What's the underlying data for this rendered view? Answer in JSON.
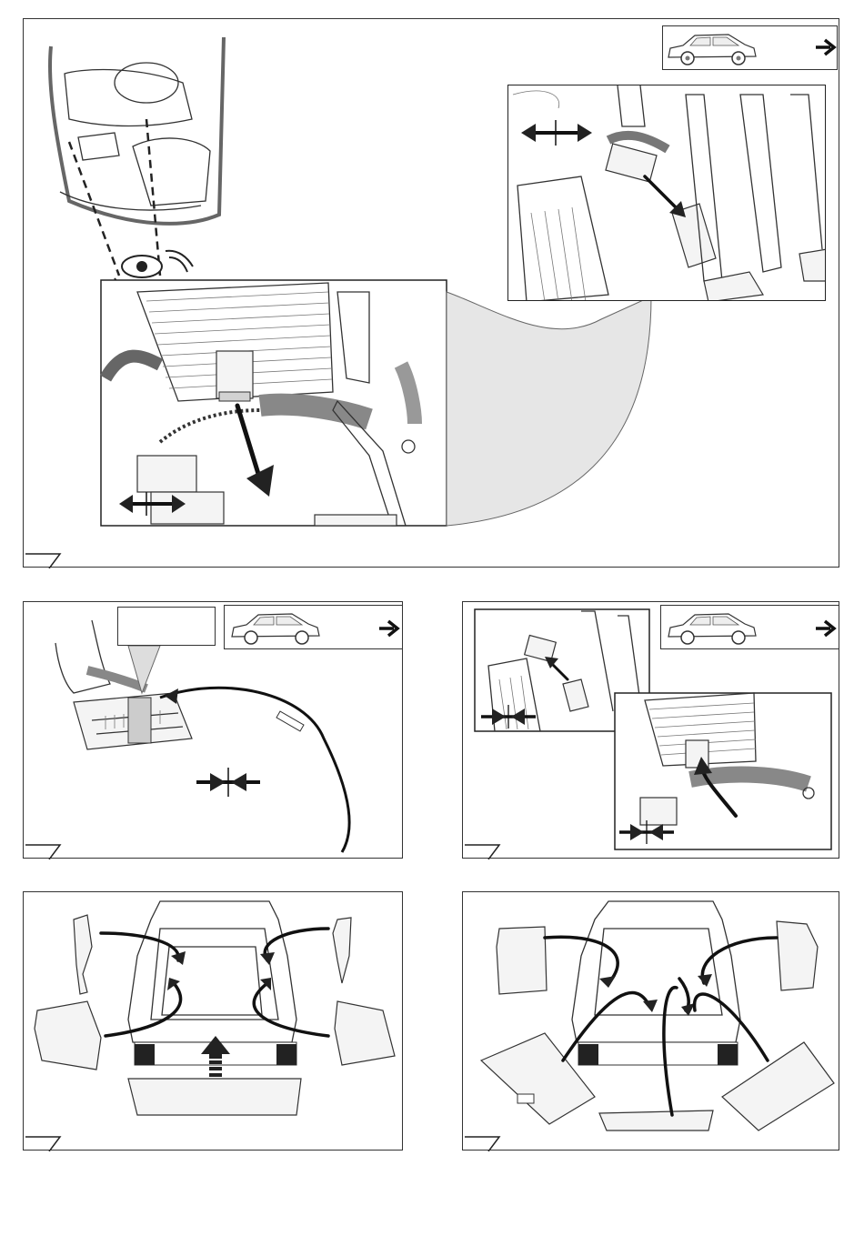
{
  "page": {
    "background": "#ffffff",
    "line_color": "#333333",
    "accent": "#111111"
  },
  "icons": {
    "car": "car-side-icon",
    "next": "arrow-right-icon",
    "disconnect": "double-arrow-apart-icon",
    "connect": "double-arrow-together-icon",
    "eye": "eye-icon"
  },
  "note_box": {
    "text": ""
  },
  "panels": [
    {
      "id": "step-1",
      "description_visible": false
    },
    {
      "id": "step-2",
      "description_visible": false
    },
    {
      "id": "step-3",
      "description_visible": false
    },
    {
      "id": "step-4",
      "description_visible": false
    },
    {
      "id": "step-5",
      "description_visible": false
    }
  ]
}
